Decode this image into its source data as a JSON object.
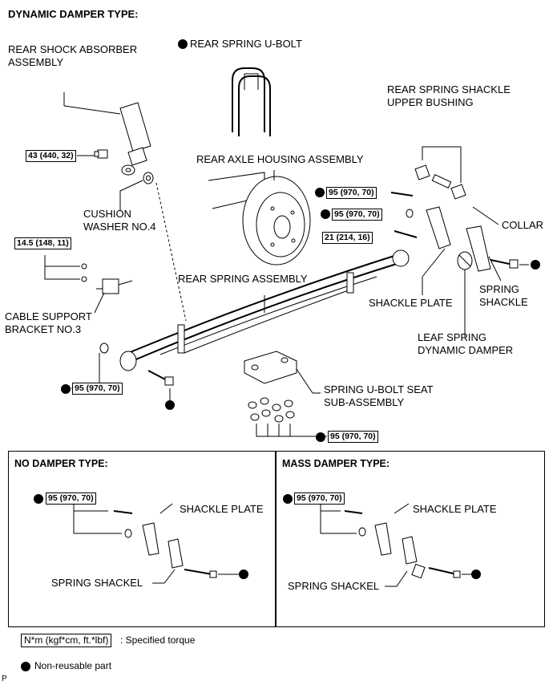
{
  "title": "DYNAMIC DAMPER TYPE:",
  "labels": {
    "rear_shock_absorber": "REAR SHOCK ABSORBER\nASSEMBLY",
    "rear_spring_ubolt": "REAR SPRING U-BOLT",
    "rear_spring_shackle_upper_bushing": "REAR SPRING SHACKLE\nUPPER BUSHING",
    "rear_axle_housing": "REAR AXLE HOUSING ASSEMBLY",
    "collar": "COLLAR",
    "cushion_washer": "CUSHION\nWASHER NO.4",
    "rear_spring_assembly": "REAR SPRING ASSEMBLY",
    "spring_shackle": "SPRING\nSHACKLE",
    "shackle_plate": "SHACKLE PLATE",
    "cable_support_bracket": "CABLE SUPPORT\nBRACKET NO.3",
    "leaf_spring_dynamic_damper": "LEAF SPRING\nDYNAMIC DAMPER",
    "spring_ubolt_seat": "SPRING U-BOLT SEAT\nSUB-ASSEMBLY"
  },
  "torques": {
    "shock_lower": "43 (440, 32)",
    "bracket": "14.5 (148, 11)",
    "shackle_upper_bolt": "95 (970, 70)",
    "shackle_upper_nut": "95 (970, 70)",
    "shackle_plate_bolt": "21 (214, 16)",
    "front_eye": "95 (970, 70)",
    "ubolt_nuts": "95 (970, 70)"
  },
  "panels": {
    "no_damper": {
      "title": "NO DAMPER TYPE:",
      "torque": "95 (970, 70)",
      "shackle_plate": "SHACKLE PLATE",
      "spring_shackel": "SPRING SHACKEL"
    },
    "mass_damper": {
      "title": "MASS DAMPER TYPE:",
      "torque": "95 (970, 70)",
      "shackle_plate": "SHACKLE PLATE",
      "spring_shackel": "SPRING SHACKEL"
    }
  },
  "legend": {
    "torque_box": "N*m (kgf*cm, ft.*lbf)",
    "torque_text": ": Specified torque",
    "nonreusable_text": "Non-reusable part"
  },
  "footer_code": "P"
}
